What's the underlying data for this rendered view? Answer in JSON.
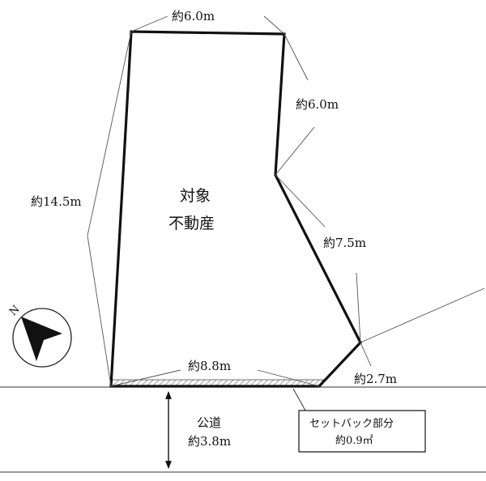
{
  "property": {
    "line1": "対象",
    "line2": "不動産"
  },
  "dims": {
    "top": "約6.0m",
    "right_upper": "約6.0m",
    "left": "約14.5m",
    "right_mid": "約7.5m",
    "bottom": "約8.8m",
    "right_lower": "約2.7m"
  },
  "road": {
    "label": "公道",
    "width": "約3.8m"
  },
  "setback": {
    "title": "セットバック部分",
    "area": "約0.9㎡"
  },
  "compass": {
    "north": "N"
  }
}
